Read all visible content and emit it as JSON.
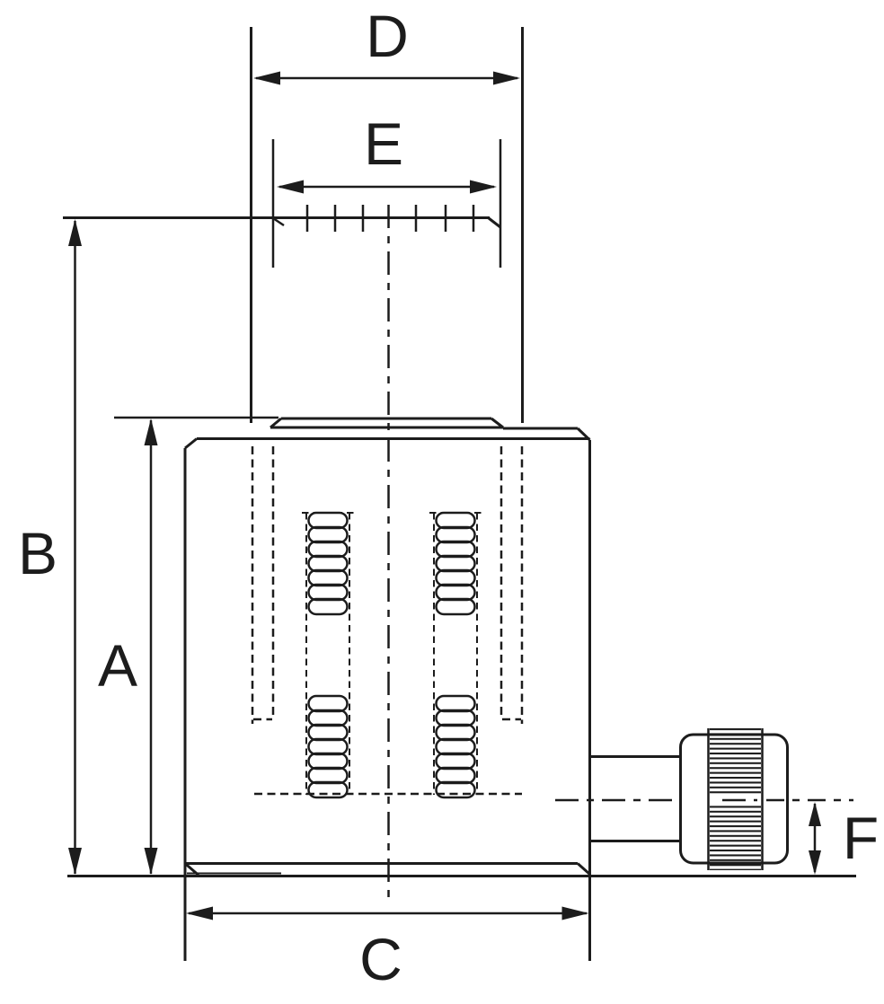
{
  "drawing": {
    "labels": {
      "dim_a": "A",
      "dim_b": "B",
      "dim_c": "C",
      "dim_d": "D",
      "dim_e": "E",
      "dim_f": "F"
    },
    "colors": {
      "line": "#1c1c1c",
      "background": "#ffffff"
    }
  }
}
